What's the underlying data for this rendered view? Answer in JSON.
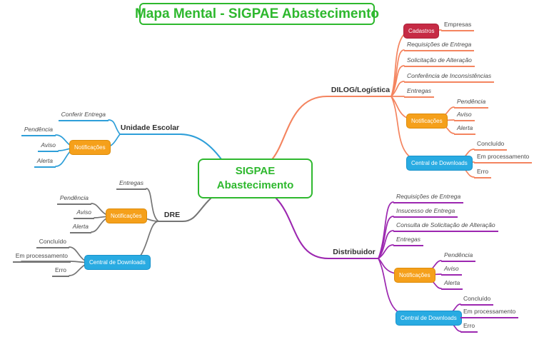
{
  "title": "Mapa Mental - SIGPAE Abastecimento",
  "root": {
    "line1": "SIGPAE",
    "line2": "Abastecimento"
  },
  "colors": {
    "green": "#2eb82e",
    "branch_blue": "#2e9fd9",
    "branch_gray": "#757575",
    "branch_salmon": "#f4845f",
    "branch_purple": "#9c27b0",
    "node_orange": "#f5a01b",
    "node_blue": "#29abe2",
    "node_red": "#c62b45"
  },
  "branches": [
    {
      "label": "Unidade Escolar",
      "children": [
        {
          "label": "Conferir Entrega"
        },
        {
          "label": "Notificações",
          "children": [
            {
              "label": "Pendência"
            },
            {
              "label": "Aviso"
            },
            {
              "label": "Alerta"
            }
          ]
        }
      ]
    },
    {
      "label": "DRE",
      "children": [
        {
          "label": "Entregas"
        },
        {
          "label": "Notificações",
          "children": [
            {
              "label": "Pendência"
            },
            {
              "label": "Aviso"
            },
            {
              "label": "Alerta"
            }
          ]
        },
        {
          "label": "Central de Downloads",
          "children": [
            {
              "label": "Concluído"
            },
            {
              "label": "Em processamento"
            },
            {
              "label": "Erro"
            }
          ]
        }
      ]
    },
    {
      "label": "DILOG/Logística",
      "children": [
        {
          "label": "Cadastros",
          "children": [
            {
              "label": "Empresas"
            }
          ]
        },
        {
          "label": "Requisições de Entrega"
        },
        {
          "label": "Solicitação de Alteração"
        },
        {
          "label": "Conferência de Inconsistências"
        },
        {
          "label": "Entregas"
        },
        {
          "label": "Notificações",
          "children": [
            {
              "label": "Pendência"
            },
            {
              "label": "Aviso"
            },
            {
              "label": "Alerta"
            }
          ]
        },
        {
          "label": "Central de Downloads",
          "children": [
            {
              "label": "Concluído"
            },
            {
              "label": "Em processamento"
            },
            {
              "label": "Erro"
            }
          ]
        }
      ]
    },
    {
      "label": "Distribuidor",
      "children": [
        {
          "label": "Requisições de Entrega"
        },
        {
          "label": "Insucesso de Entrega"
        },
        {
          "label": "Consulta de Solicitação de Alteração"
        },
        {
          "label": "Entregas"
        },
        {
          "label": "Notificações",
          "children": [
            {
              "label": "Pendência"
            },
            {
              "label": "Aviso"
            },
            {
              "label": "Alerta"
            }
          ]
        },
        {
          "label": "Central de Downloads",
          "children": [
            {
              "label": "Concluído"
            },
            {
              "label": "Em processamento"
            },
            {
              "label": "Erro"
            }
          ]
        }
      ]
    }
  ]
}
